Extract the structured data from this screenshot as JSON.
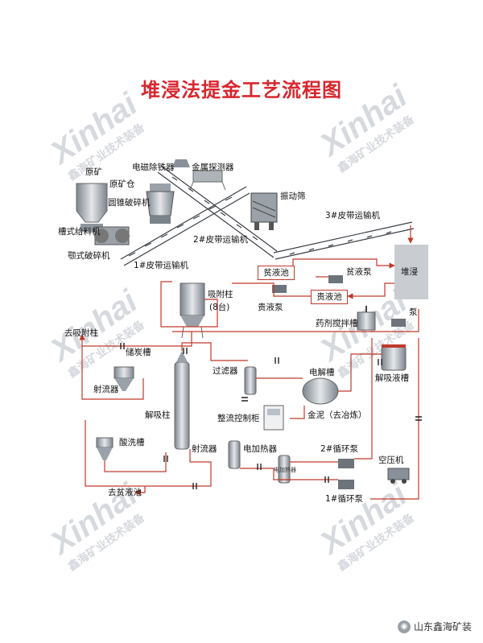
{
  "title": "堆浸法提金工艺流程图",
  "watermark": {
    "brand": "Xinhai",
    "slogan": "鑫海矿业技术装备"
  },
  "labels": {
    "raw_ore": "原矿",
    "ore_bin": "原矿仓",
    "magnetic_separator": "电磁除铁器",
    "metal_detector": "金属探测器",
    "cone_crusher": "圆锥破碎机",
    "vibrating_screen": "振动筛",
    "belt3": "3#皮带运输机",
    "trough_feeder": "槽式给料机",
    "belt2": "2#皮带运输机",
    "jaw_crusher": "颚式破碎机",
    "belt1": "1#皮带运输机",
    "barren_pool": "贫液池",
    "barren_pump": "贫液泵",
    "heap_leach": "堆浸",
    "adsorption_column": "吸附柱",
    "column_count": "(8台)",
    "pregnant_pool": "贵液池",
    "pregnant_pump": "贵液泵",
    "pump": "泵",
    "reagent_tank": "药剂搅拌槽",
    "to_adsorption": "去吸附柱",
    "carbon_tank": "储炭槽",
    "filter": "过滤器",
    "electrolytic_cell": "电解槽",
    "desorption_tank": "解吸液槽",
    "ejector_top": "射流器",
    "desorption_column": "解吸柱",
    "rectifier_cabinet": "整流控制柜",
    "gold_mud": "金泥（去冶炼）",
    "acid_tank": "酸洗槽",
    "ejector_bottom": "射流器",
    "electric_heater": "电加热器",
    "heater_plate": "电加热器",
    "circ_pump2": "2#循环泵",
    "air_compressor": "空压机",
    "to_barren": "去贫液池",
    "circ_pump1": "1#循环泵"
  },
  "footer": {
    "text": "山东鑫海矿装"
  },
  "colors": {
    "title": "#d8262e",
    "pipe": "#c0392b",
    "equipment": "#8a9099",
    "watermark": "#c8ccd2"
  }
}
